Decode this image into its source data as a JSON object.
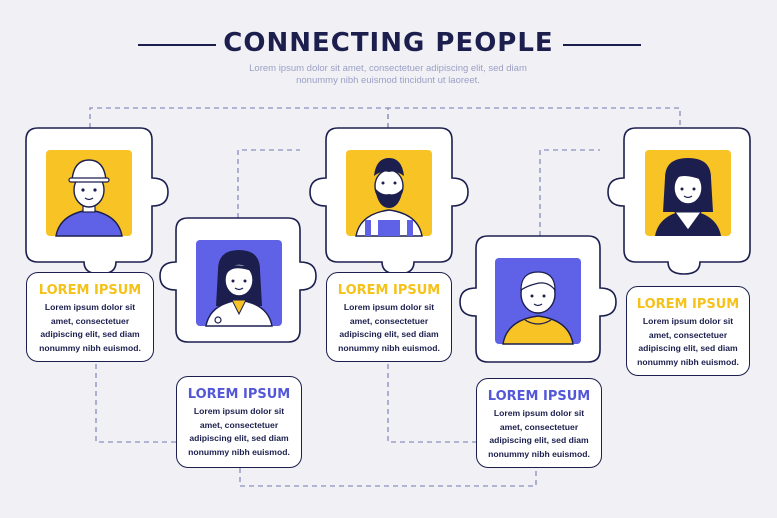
{
  "header": {
    "title": "CONNECTING PEOPLE",
    "subtitle": "Lorem ipsum dolor sit amet, consectetuer adipiscing elit, sed diam nonummy nibh euismod tincidunt ut laoreet."
  },
  "colors": {
    "navy": "#1c1f4e",
    "yellow": "#f5c21a",
    "blue": "#5458d8",
    "avatar_yellow": "#f7c325",
    "avatar_blue": "#5f62e6",
    "background": "#f0f0f5"
  },
  "people": [
    {
      "role": "construction-worker",
      "avatar_bg": "yellow",
      "title": "LOREM IPSUM",
      "body": [
        "Lorem ipsum dolor sit",
        "amet, consectetuer",
        "adipiscing elit, sed diam",
        "nonummy nibh euismod."
      ]
    },
    {
      "role": "doctor",
      "avatar_bg": "blue",
      "title": "LOREM IPSUM",
      "body": [
        "Lorem ipsum dolor sit",
        "amet, consectetuer",
        "adipiscing elit, sed diam",
        "nonummy nibh euismod."
      ]
    },
    {
      "role": "bearded-man",
      "avatar_bg": "yellow",
      "title": "LOREM IPSUM",
      "body": [
        "Lorem ipsum dolor sit",
        "amet, consectetuer",
        "adipiscing elit, sed diam",
        "nonummy nibh euismod."
      ]
    },
    {
      "role": "elderly-woman",
      "avatar_bg": "blue",
      "title": "LOREM IPSUM",
      "body": [
        "Lorem ipsum dolor sit",
        "amet, consectetuer",
        "adipiscing elit, sed diam",
        "nonummy nibh euismod."
      ]
    },
    {
      "role": "woman",
      "avatar_bg": "yellow",
      "title": "LOREM IPSUM",
      "body": [
        "Lorem ipsum dolor sit",
        "amet, consectetuer",
        "adipiscing elit, sed diam",
        "nonummy nibh euismod."
      ]
    }
  ]
}
